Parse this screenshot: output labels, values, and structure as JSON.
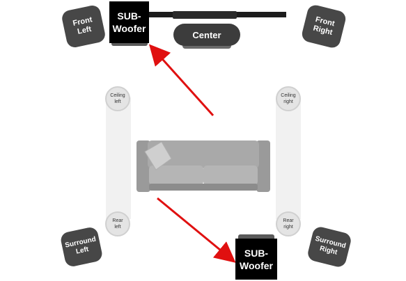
{
  "speakers": {
    "front_left": [
      "Front",
      "Left"
    ],
    "front_right": [
      "Front",
      "Right"
    ],
    "center": "Center",
    "surround_left": [
      "Surround",
      "Left"
    ],
    "surround_right": [
      "Surround",
      "Right"
    ]
  },
  "subwoofers": {
    "top": [
      "SUB-",
      "Woofer"
    ],
    "bottom": [
      "SUB-",
      "Woofer"
    ]
  },
  "ceiling": {
    "left": [
      "Ceiling",
      "left"
    ],
    "right": [
      "Ceiling",
      "right"
    ]
  },
  "rear": {
    "left": [
      "Rear",
      "left"
    ],
    "right": [
      "Rear",
      "right"
    ]
  },
  "colors": {
    "arrow": "#e01010",
    "speaker": "#474747",
    "subwoofer": "#000000",
    "sofa": "#9a9a9a"
  }
}
